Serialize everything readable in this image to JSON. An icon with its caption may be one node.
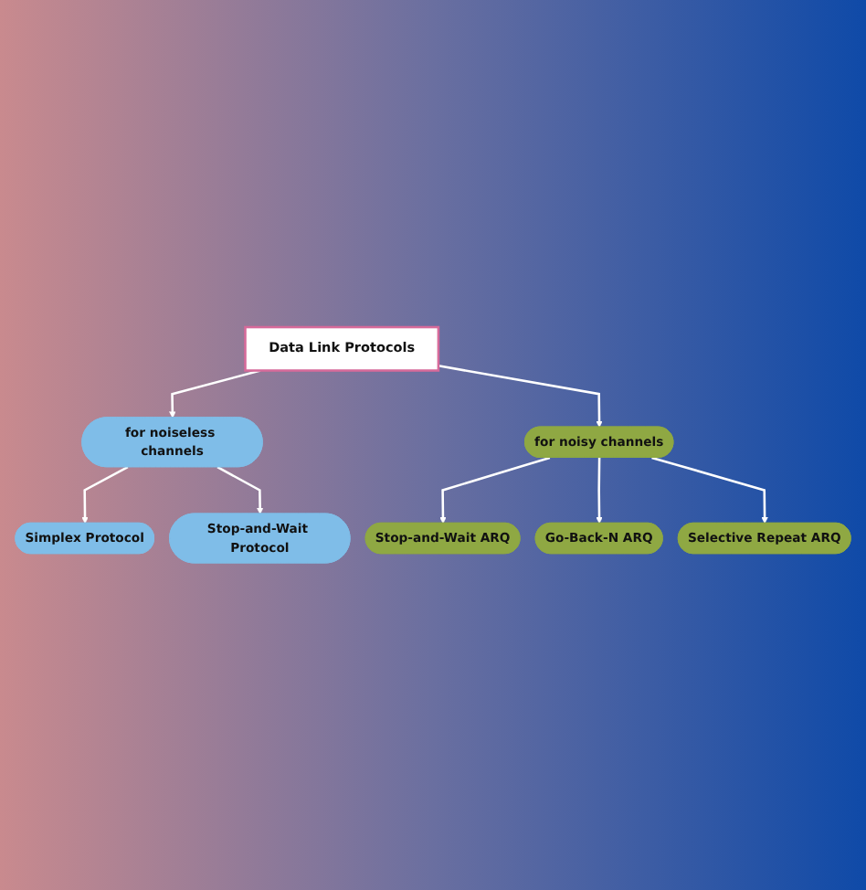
{
  "diagram": {
    "nodes": [
      {
        "text": [
          "Data Link Protocols"
        ]
      },
      {
        "text": [
          "for noiseless channels"
        ]
      },
      {
        "text": [
          "for noisy channels"
        ]
      },
      {
        "text": [
          "Simplex Protocol"
        ]
      },
      {
        "text": [
          "Stop-and-Wait Protocol"
        ]
      },
      {
        "text": [
          "Stop-and-Wait ARQ"
        ]
      },
      {
        "text": [
          "Go-Back-N ARQ"
        ]
      },
      {
        "text": [
          "Selective Repeat ARQ"
        ]
      }
    ],
    "edges": [
      {
        "from": 0,
        "to": 1,
        "arrow": "to"
      },
      {
        "from": 0,
        "to": 2,
        "arrow": "to"
      },
      {
        "from": 1,
        "to": 3,
        "arrow": "to"
      },
      {
        "from": 1,
        "to": 4,
        "arrow": "to"
      },
      {
        "from": 2,
        "to": 5,
        "arrow": "to"
      },
      {
        "from": 2,
        "to": 6,
        "arrow": "to"
      },
      {
        "from": 2,
        "to": 7,
        "arrow": "to"
      }
    ]
  }
}
